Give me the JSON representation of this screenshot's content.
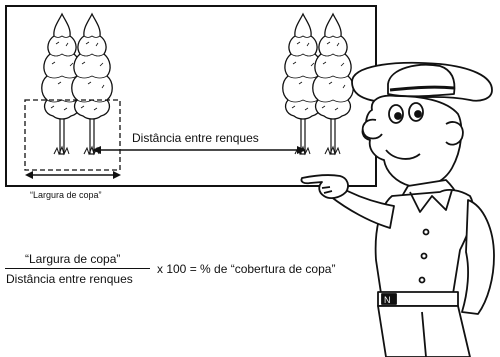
{
  "diagram": {
    "row_spacing_label": "Distância entre renques",
    "canopy_width_label": "“Largura de copa”",
    "formula": {
      "numerator": "“Largura de copa”",
      "denominator": "Distância entre renques",
      "tail": "x 100 = % de “cobertura de copa”"
    }
  }
}
